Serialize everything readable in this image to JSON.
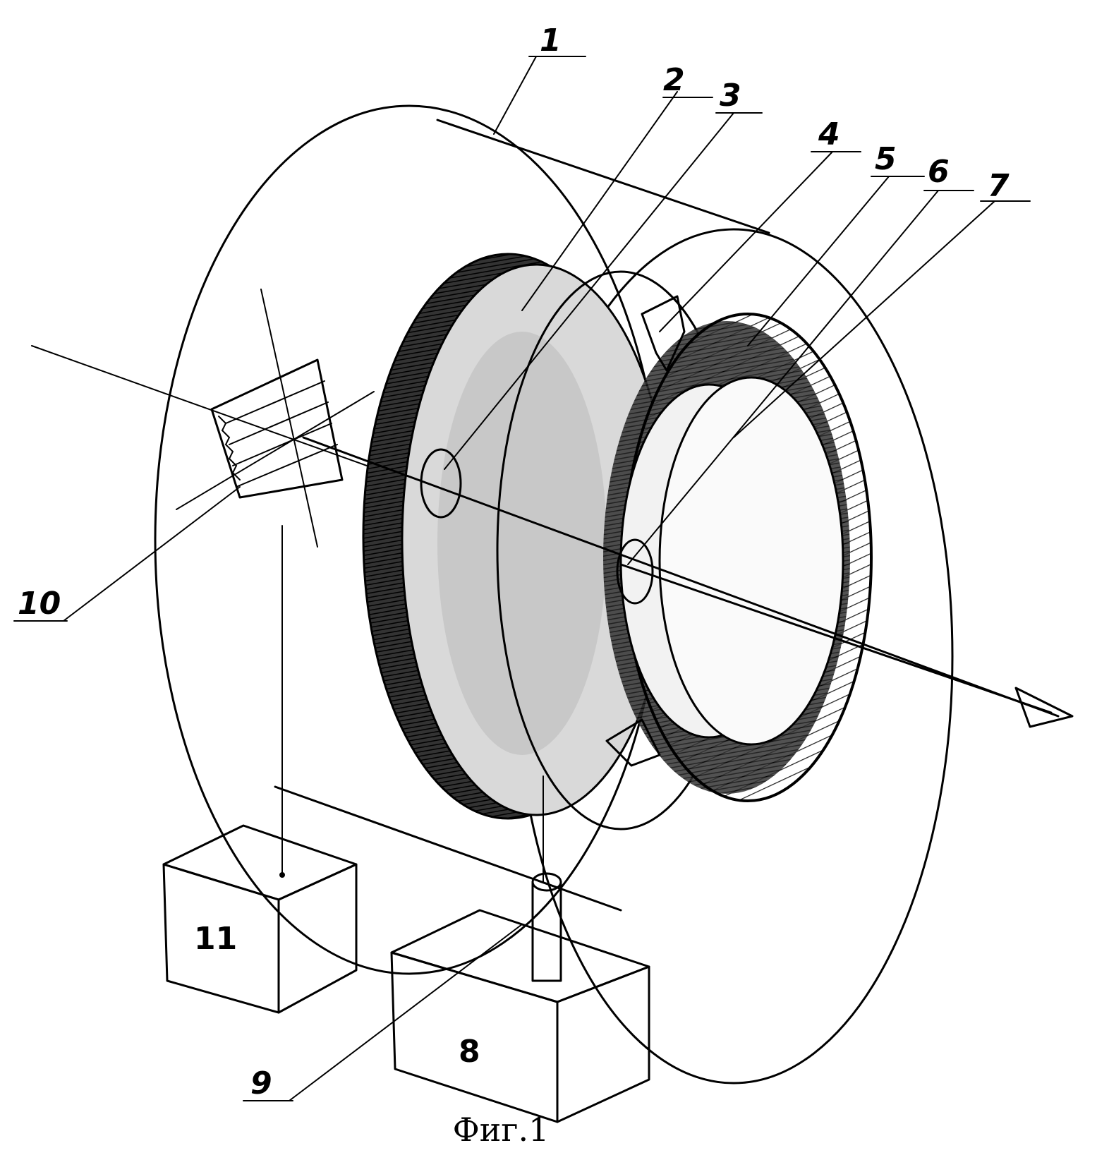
{
  "caption": "Фиг.1",
  "labels": {
    "l1": "1",
    "l2": "2",
    "l3": "3",
    "l4": "4",
    "l5": "5",
    "l6": "6",
    "l7": "7",
    "l8": "8",
    "l9": "9",
    "l10": "10",
    "l11": "11"
  }
}
